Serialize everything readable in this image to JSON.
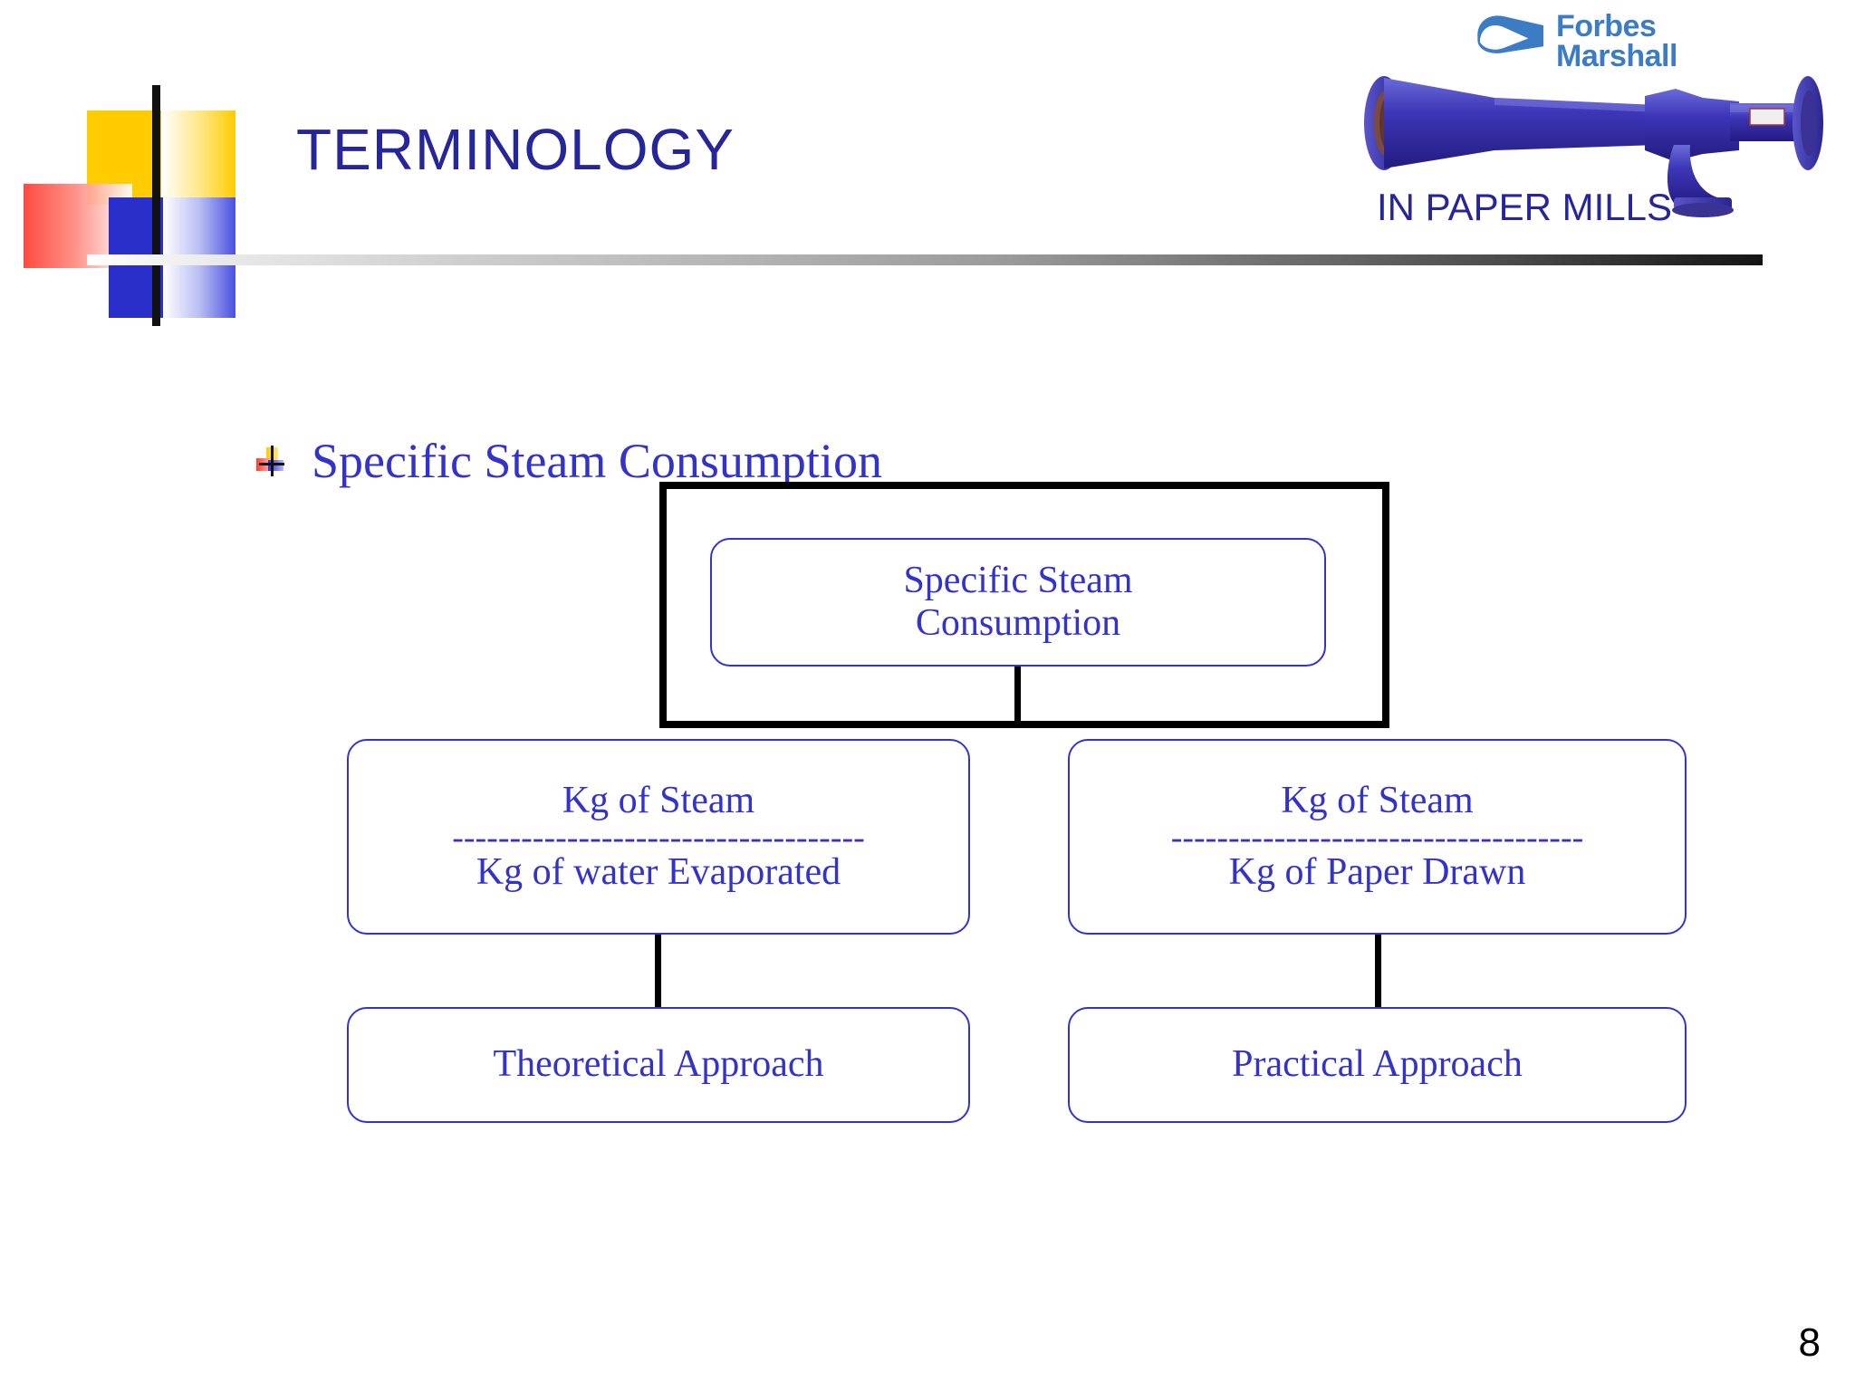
{
  "header": {
    "title": "TERMINOLOGY",
    "subtitle": "IN PAPER MILLS",
    "brand": {
      "line1": "Forbes",
      "line2": "Marshall",
      "mark_icon": "forbes-marshall-swoosh-icon",
      "color": "#3C7CC4"
    },
    "product_image_icon": "blue-flow-meter-photo",
    "decoration_icon": "mondrian-blocks-decoration",
    "divider_icon": "gradient-rule"
  },
  "body": {
    "bullet": {
      "marker_icon": "mondrian-bullet-icon",
      "text": "Specific Steam Consumption"
    }
  },
  "chart_data": {
    "type": "diagram",
    "title": "Specific Steam Consumption",
    "nodes": [
      {
        "id": "root",
        "label": "Specific Steam\nConsumption",
        "line1": "Specific Steam",
        "line2": "Consumption"
      },
      {
        "id": "left",
        "numerator": "Kg of Steam",
        "bar": "------------------------------------",
        "denominator": "Kg of water Evaporated"
      },
      {
        "id": "right",
        "numerator": "Kg of Steam",
        "bar": "------------------------------------",
        "denominator": "Kg of Paper Drawn"
      },
      {
        "id": "left-leaf",
        "label": "Theoretical Approach"
      },
      {
        "id": "right-leaf",
        "label": "Practical Approach"
      }
    ],
    "edges": [
      {
        "from": "root",
        "to": "left"
      },
      {
        "from": "root",
        "to": "right"
      },
      {
        "from": "left",
        "to": "left-leaf"
      },
      {
        "from": "right",
        "to": "right-leaf"
      }
    ],
    "node_border_color": "#3333CC",
    "connector_color": "#000000"
  },
  "footer": {
    "page_number": "8"
  }
}
